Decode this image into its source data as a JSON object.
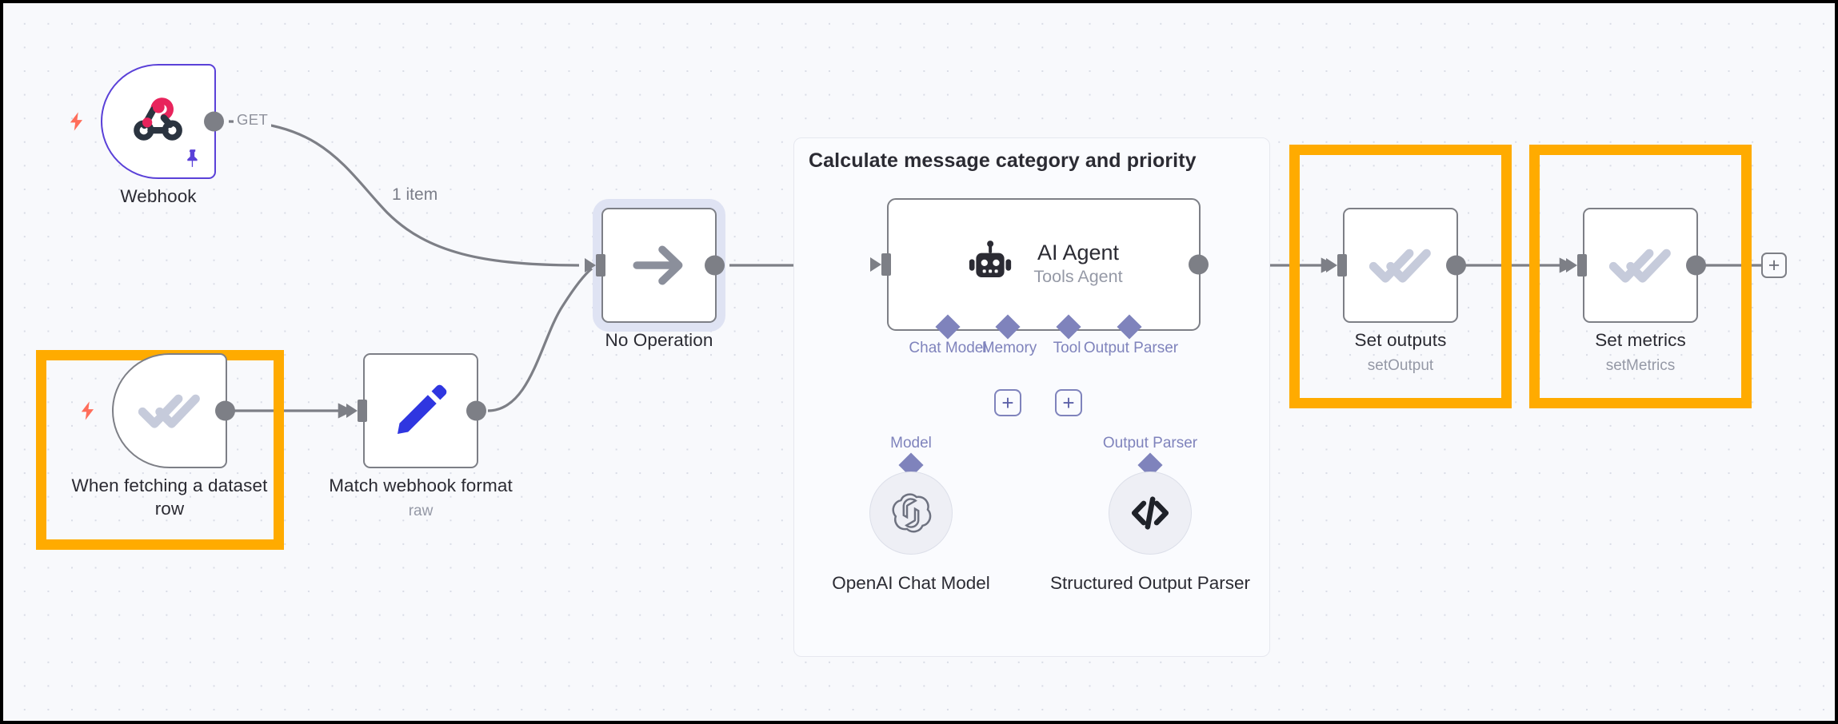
{
  "canvas": {
    "background_color": "#f8f9fc",
    "grid_dot_color": "#d9dce6",
    "highlight_color": "#ffab00",
    "selection_glow_color": "#dfe3f3",
    "trigger_bolt_color": "#ff6d5a",
    "webhook_border_color": "#5a41d8",
    "sub_connection_color": "#7f83bc",
    "edge_color": "#7d7f86"
  },
  "nodes": {
    "webhook": {
      "label": "Webhook",
      "icon": "webhook-icon",
      "bolt_icon": "lightning-bolt-icon",
      "pin_icon": "pin-icon",
      "output_label": "GET"
    },
    "dataset_trigger": {
      "label": "When fetching a dataset row",
      "icon": "double-check-icon",
      "bolt_icon": "lightning-bolt-icon",
      "highlighted": true
    },
    "match_webhook": {
      "label": "Match webhook format",
      "sublabel": "raw",
      "icon": "pencil-edit-icon"
    },
    "no_operation": {
      "label": "No Operation",
      "icon": "arrow-right-icon",
      "selected": true
    },
    "set_outputs": {
      "label": "Set outputs",
      "sublabel": "setOutput",
      "icon": "double-check-icon",
      "highlighted": true
    },
    "set_metrics": {
      "label": "Set metrics",
      "sublabel": "setMetrics",
      "icon": "double-check-icon",
      "highlighted": true
    }
  },
  "agent_group": {
    "title": "Calculate message category and priority",
    "agent": {
      "title": "AI Agent",
      "subtitle": "Tools Agent",
      "icon": "robot-icon"
    },
    "sub_ports": [
      {
        "label": "Chat Model",
        "kind": "connected"
      },
      {
        "label": "Memory",
        "kind": "empty"
      },
      {
        "label": "Tool",
        "kind": "empty"
      },
      {
        "label": "Output Parser",
        "kind": "connected"
      }
    ],
    "sub_nodes": [
      {
        "port_label": "Model",
        "label": "OpenAI Chat Model",
        "icon": "openai-icon"
      },
      {
        "port_label": "Output Parser",
        "label": "Structured Output Parser",
        "icon": "code-brackets-icon"
      }
    ],
    "add_button_label": "+"
  },
  "edges": {
    "webhook_to_noop_label": "1 item",
    "end_add_button_label": "+"
  }
}
